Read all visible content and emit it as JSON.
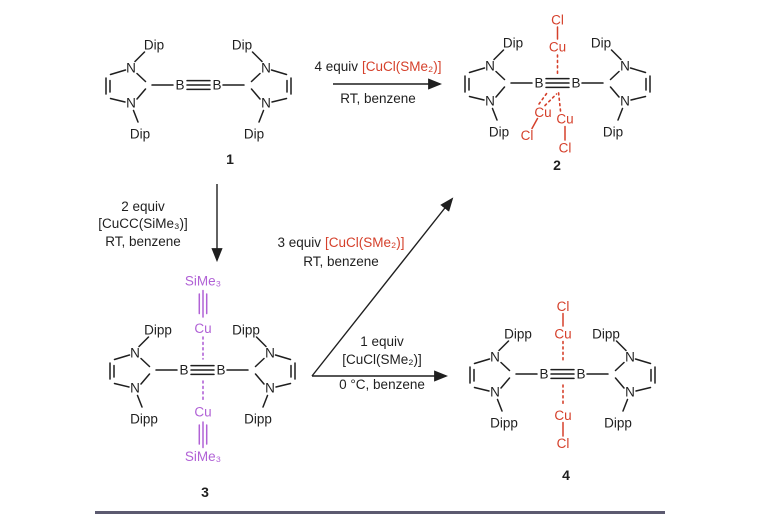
{
  "colors": {
    "red": "#d5402b",
    "purple": "#b162d6",
    "ink": "#1f1f1f",
    "rule": "#5c5a70"
  },
  "atoms": {
    "N": "N",
    "B": "B",
    "Cu": "Cu",
    "Cl": "Cl",
    "SiMe3": "SiMe₃"
  },
  "compounds": {
    "c1": {
      "number": "1",
      "amine": "Dip"
    },
    "c2": {
      "number": "2",
      "amine": "Dip"
    },
    "c3": {
      "number": "3",
      "amine": "Dipp"
    },
    "c4": {
      "number": "4",
      "amine": "Dipp"
    }
  },
  "arrows": {
    "to2_top": {
      "equiv": "4 equiv",
      "reagent": "[CuCl(SMe₂)]",
      "cond": "RT, benzene"
    },
    "to3": {
      "equiv": "2 equiv",
      "reagent": "[CuCC(SiMe₃)]",
      "cond": "RT, benzene"
    },
    "to2_diag": {
      "equiv": "3 equiv",
      "reagent": "[CuCl(SMe₂)]",
      "cond": "RT, benzene"
    },
    "to4": {
      "equiv": "1 equiv",
      "reagent": "[CuCl(SMe₂)]",
      "cond": "0 °C, benzene"
    }
  }
}
